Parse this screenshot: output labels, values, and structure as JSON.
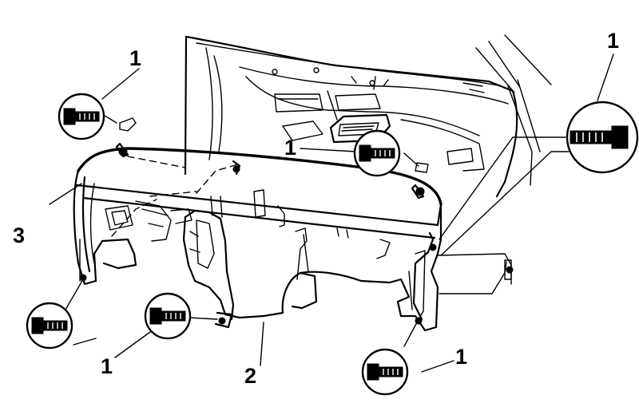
{
  "callouts": {
    "c1_top_left": "1",
    "c1_center": "1",
    "c1_top_right": "1",
    "c3_left": "3",
    "c1_bottom_left": "1",
    "c2_bottom": "2",
    "c1_bottom_right": "1"
  }
}
